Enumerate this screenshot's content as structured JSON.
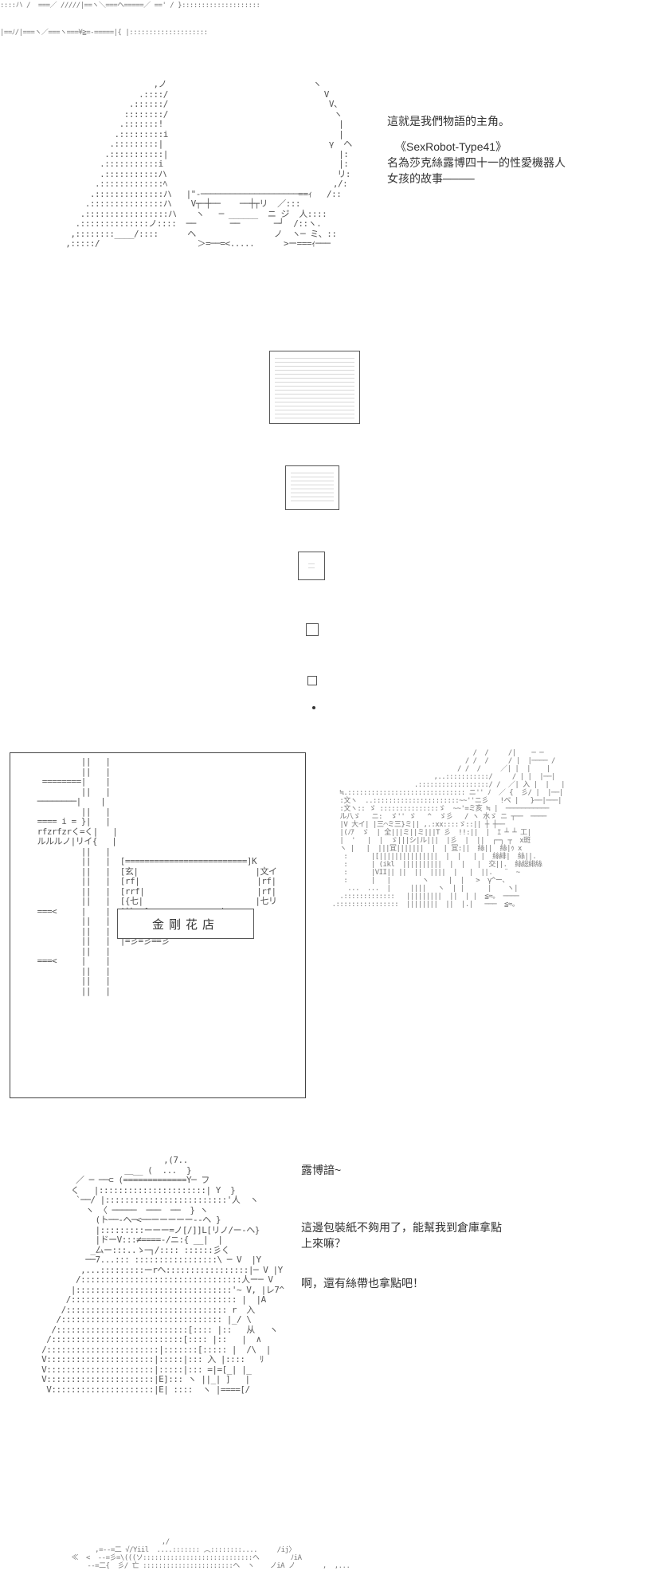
{
  "header_strip": {
    "line1": "::::ハ /  ===／ /////|==ヽ＼===ヘ=====／ ==' / }::::::::::::::::::::",
    "line2": "|==ﾉ/|===ヽ／===ヽ===¥≧=-=====|{ |::::::::::::::::::::"
  },
  "intro": {
    "line1": "這就是我們物語的主角。",
    "line2": "《SexRobot-Type41》",
    "line3": "名為莎克絲露博四十一的性愛機器人",
    "line4": "女孩的故事────"
  },
  "shop": {
    "sign": "金剛花店"
  },
  "dialogue": {
    "line1": "露博諳~",
    "line2": "這邊包裝紙不夠用了，能幫我到倉庫拿點",
    "line3": "上來嘛？",
    "line4": "啊，還有絲帶也拿點吧！"
  }
}
